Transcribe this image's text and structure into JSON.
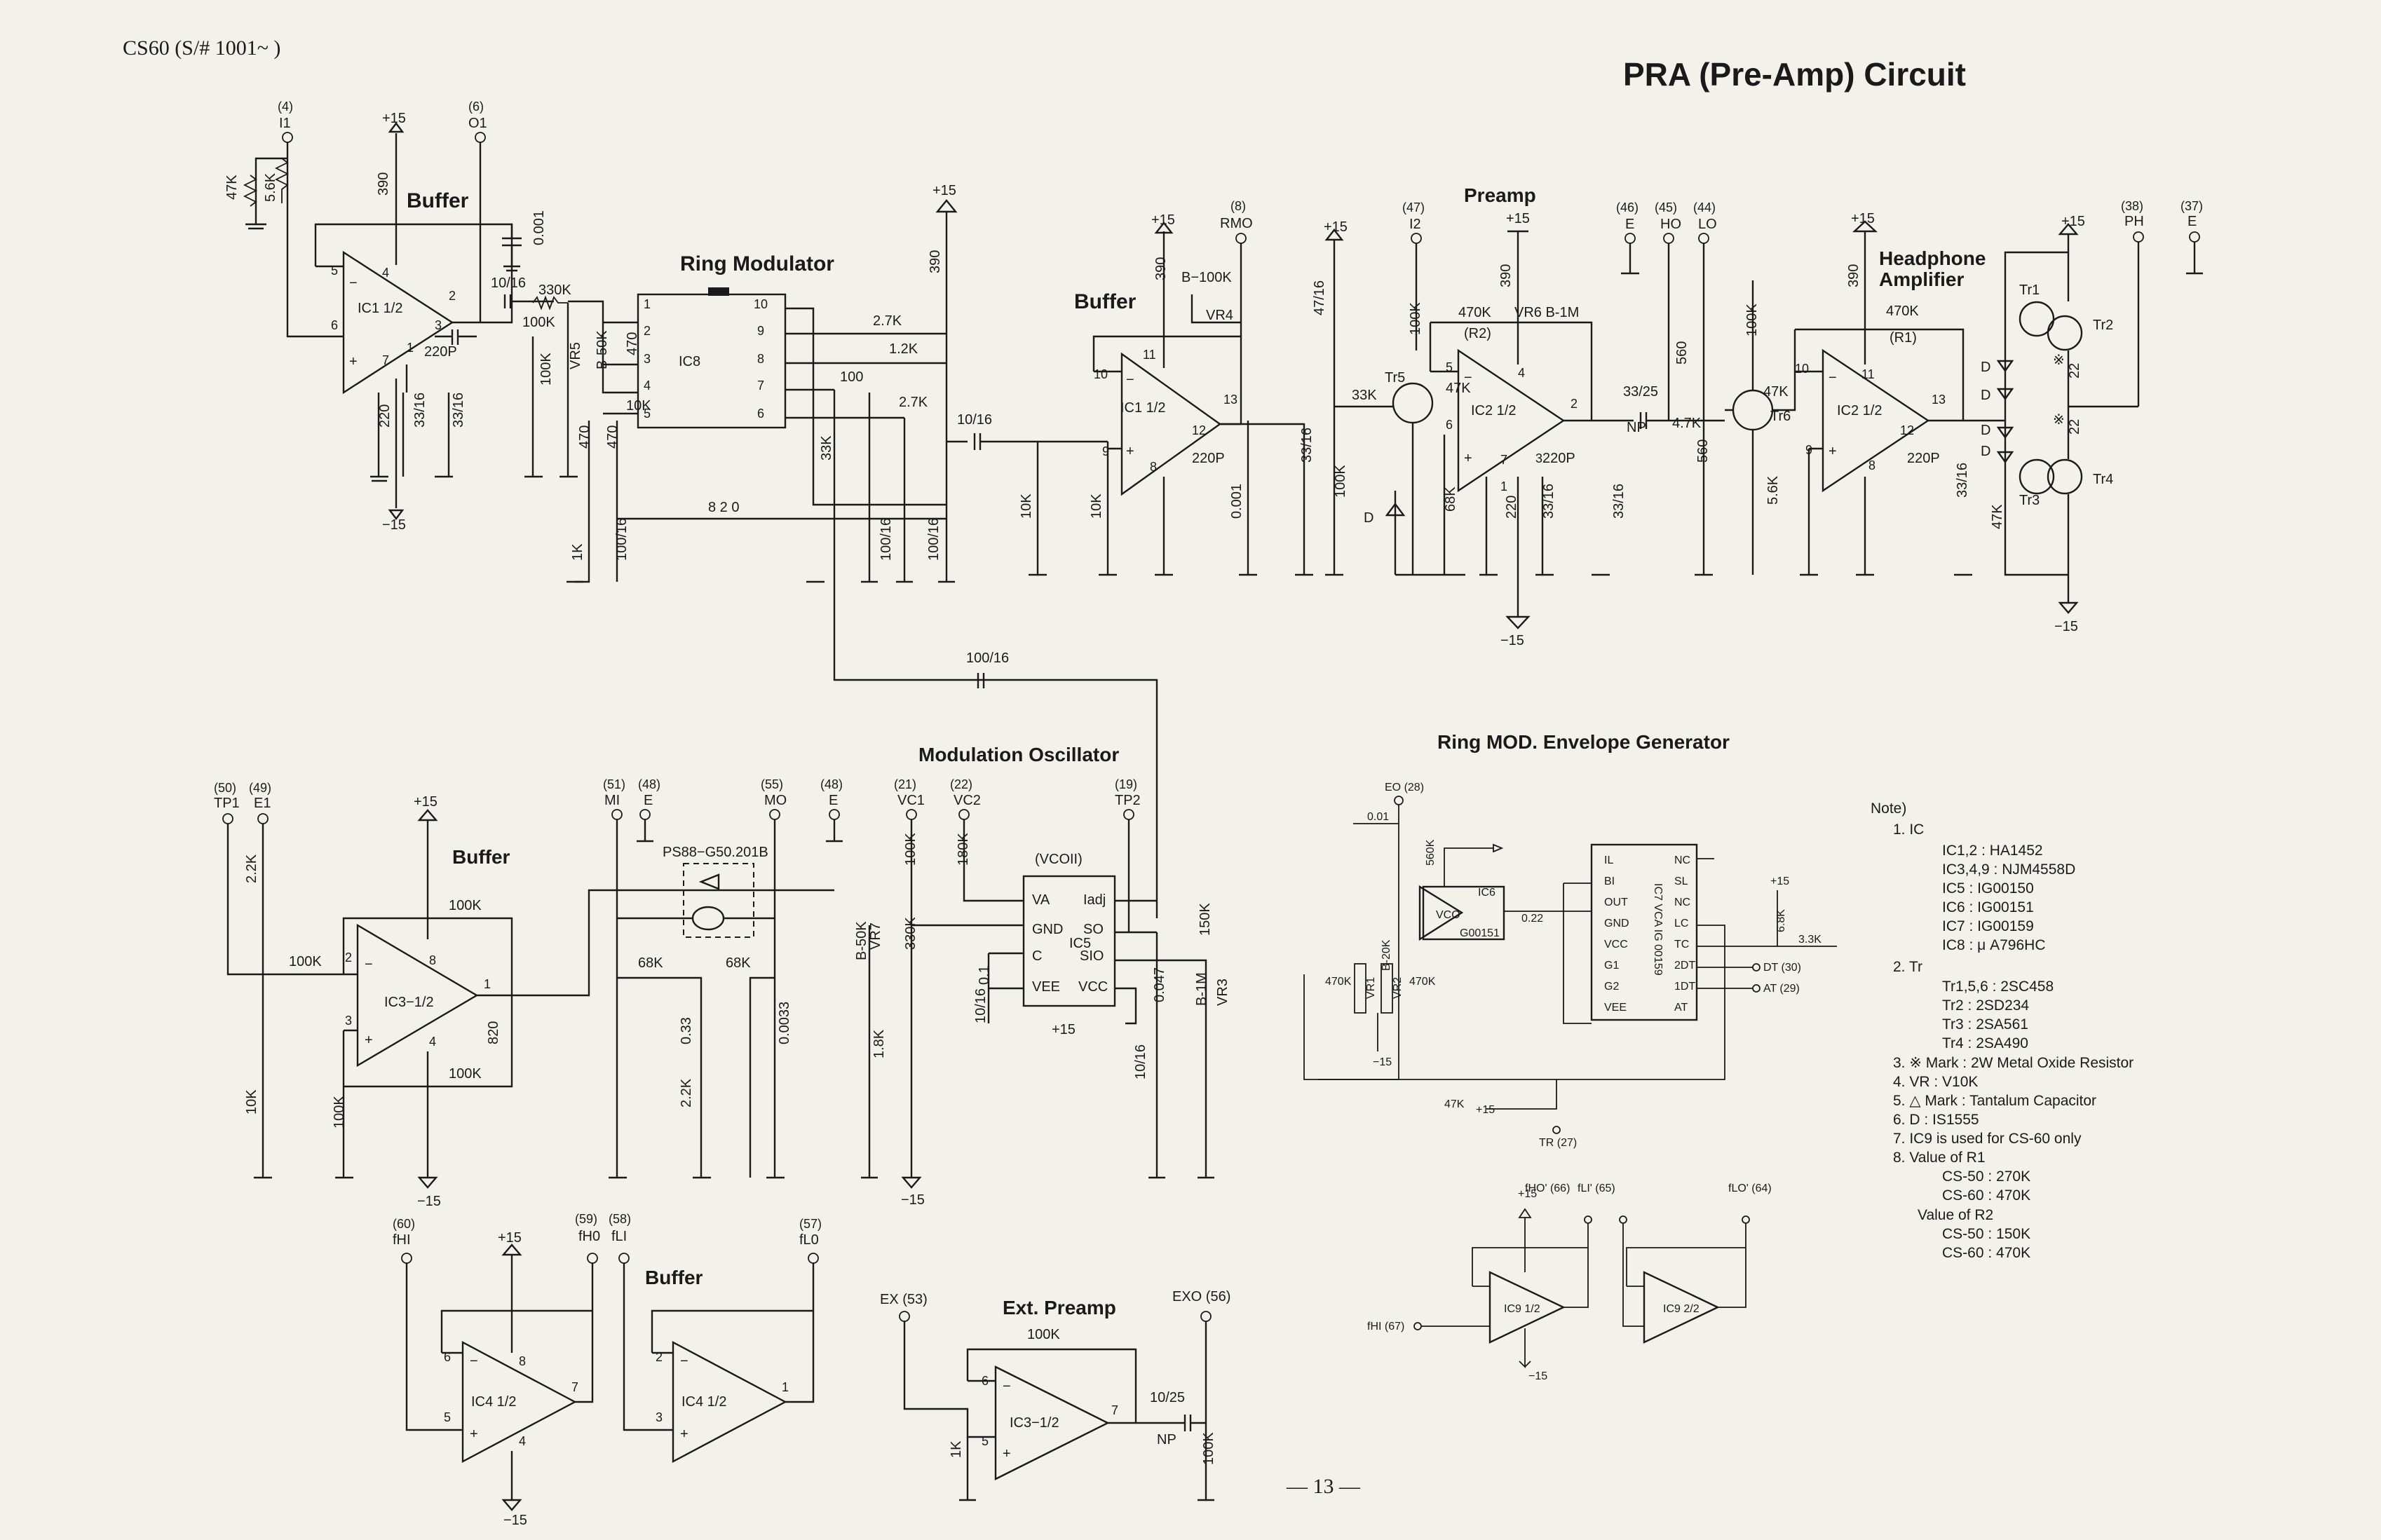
{
  "header": {
    "model": "CS60 (S/# 1001~ )",
    "title": "PRA   (Pre-Amp) Circuit",
    "page_number": "— 13 —"
  },
  "sections": {
    "buffer_top": "Buffer",
    "ring_modulator": "Ring Modulator",
    "buffer_mid": "Buffer",
    "preamp": "Preamp",
    "headphone_amp_1": "Headphone",
    "headphone_amp_2": "Amplifier",
    "buffer_left": "Buffer",
    "modulation_osc": "Modulation Oscillator",
    "ring_env_gen": "Ring MOD. Envelope Generator",
    "buffer_bottom": "Buffer",
    "ext_preamp": "Ext. Preamp"
  },
  "terminals": {
    "i1_num": "(4)",
    "i1": "I1",
    "o1_num": "(6)",
    "o1": "O1",
    "rmo_num": "(8)",
    "rmo": "RMO",
    "i2_num": "(47)",
    "i2": "I2",
    "e46_num": "(46)",
    "e46": "E",
    "ho_num": "(45)",
    "ho": "HO",
    "lo_num": "(44)",
    "lo": "LO",
    "ph_num": "(38)",
    "ph": "PH",
    "e37_num": "(37)",
    "e37": "E",
    "tp1_num": "(50)",
    "tp1": "TP1",
    "e49_num": "(49)",
    "e49": "E1",
    "mi_num": "(51)",
    "mi": "MI",
    "e48a_num": "(48)",
    "e48a": "E",
    "mo_num": "(55)",
    "mo": "MO",
    "e48b_num": "(48)",
    "e48b": "E",
    "vc1_num": "(21)",
    "vc1": "VC1",
    "vc2_num": "(22)",
    "vc2": "VC2",
    "tp2_num": "(19)",
    "tp2": "TP2",
    "fhi_num": "(60)",
    "fhi": "fHI",
    "fho_num": "(59)",
    "fho": "fH0",
    "fli_num": "(58)",
    "fli": "fLI",
    "flo_num": "(57)",
    "flo": "fL0",
    "ex_in": "EX (53)",
    "ex_out": "EXO (56)"
  },
  "supplies": {
    "p15": "+15",
    "m15": "−15"
  },
  "components": {
    "r47k": "47K",
    "r56k": "5.6K",
    "r390": "390",
    "c0001": "0.001",
    "ic1": "IC1  1/2",
    "c220p": "220P",
    "r220": "220",
    "c33_16": "33/16",
    "c10_16": "10/16",
    "r330k": "330K",
    "r100k": "100K",
    "vr5": "VR5",
    "b50k": "B-50K",
    "r470": "470",
    "r10k": "10K",
    "ic8": "IC8",
    "r27k": "2.7K",
    "r12k": "1.2K",
    "r100": "100",
    "r820": "8 2 0",
    "r33k": "33K",
    "r1k": "1K",
    "c100_16": "100/16",
    "b100k": "B−100K",
    "vr4": "VR4",
    "c47_16": "47/16",
    "tr5": "Tr5",
    "r33kb": "33K",
    "r470k": "470K",
    "r2": "(R2)",
    "vr6": "VR6 B-1M",
    "ic2": "IC2  1/2",
    "np": "NP",
    "c33_25": "33/25",
    "r47kb": "4.7K",
    "r560": "560",
    "r68k": "68K",
    "tr6": "Tr6",
    "r1": "(R1)",
    "r1k2": "470K",
    "tr1": "Tr1",
    "tr2": "Tr2",
    "tr3": "Tr3",
    "tr4": "Tr4",
    "r22": "22",
    "d": "D",
    "r22k": "2.2K",
    "ic3": "IC3−1/2",
    "r820b": "820",
    "ps88": "PS88−G50.201B",
    "c033": "0.33",
    "c00033": "0.0033",
    "vcoii": "(VCOII)",
    "va": "VA",
    "gnd": "GND",
    "c": "C",
    "vee": "VEE",
    "iadj": "Iadj",
    "so": "SO",
    "sio": "SIO",
    "vcc": "VCC",
    "ic5": "IC5",
    "r180k": "180K",
    "vr7": "VR7",
    "c01": "0.1",
    "r18k": "1.8K",
    "c0047": "0.047",
    "r150k": "150K",
    "b1m": "B-1M",
    "vr3": "VR3",
    "ic4": "IC4  1/2",
    "ic3b": "IC3−1/2",
    "c10_25": "10/25",
    "np2": "NP"
  },
  "env_gen": {
    "eo": "EO (28)",
    "c001": "0.01",
    "r560k": "560K",
    "ic6": "IC6",
    "vco": "VCO",
    "g00151": "G00151",
    "r20k": "B-20K",
    "vr1": "VR1",
    "vr2": "VR2",
    "ic7": "IC7  VCA  IG  00159",
    "pins_left": [
      "IL",
      "BI",
      "OUT",
      "GND",
      "VCC",
      "G1",
      "G2",
      "VEE"
    ],
    "pins_right": [
      "NC",
      "SL",
      "NC",
      "LC",
      "TC",
      "2DT",
      "1DT",
      "AT"
    ],
    "dt": "DT (30)",
    "at": "AT (29)",
    "tr": "TR (27)",
    "r68k": "6.8K",
    "r33k": "3.3K",
    "c022": "0.22"
  },
  "ic9": {
    "ic9a": "IC9 1/2",
    "ic9b": "IC9 2/2",
    "fhi": "fHI (67)",
    "fho": "fHO' (66)",
    "fli": "fLI' (65)",
    "flo": "fLO' (64)"
  },
  "notes": [
    "Note)",
    "1.  IC",
    "IC1,2  :  HA1452",
    "IC3,4,9  :  NJM4558D",
    "IC5  :  IG00150",
    "IC6  :  IG00151",
    "IC7  :  IG00159",
    "IC8  :  μ A796HC",
    "2.  Tr",
    "Tr1,5,6  :  2SC458",
    "Tr2  :  2SD234",
    "Tr3  :  2SA561",
    "Tr4  :  2SA490",
    "3.  ※ Mark  :  2W Metal Oxide Resistor",
    "4.  VR  :  V10K",
    "5.  △ Mark  :  Tantalum Capacitor",
    "6.  D  :  IS1555",
    "7.  IC9 is used for CS-60 only",
    "8.  Value of R1",
    "CS-50 : 270K",
    "CS-60 : 470K",
    "Value of R2",
    "CS-50 : 150K",
    "CS-60 : 470K"
  ],
  "colors": {
    "paper": "#f3f2ea",
    "ink": "#1a1a1a"
  }
}
